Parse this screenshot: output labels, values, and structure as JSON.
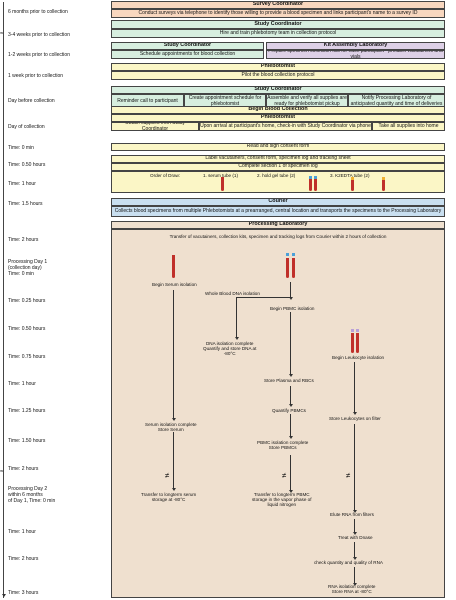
{
  "colors": {
    "survey": "#f8d7bf",
    "study": "#d7eedf",
    "kit": "#ddd0e6",
    "yellow": "#fbf6c6",
    "courier": "#c9dff0",
    "lab": "#efe0cf",
    "tube_red": "#c0302a",
    "tube_blue": "#4aa0d8",
    "tube_lav": "#b9a0d8",
    "tube_gold": "#f0b030"
  },
  "timeline": [
    "6 months prior to collection",
    "3-4 weeks prior to collection",
    "1-2 weeks prior to collection",
    "1 week prior to collection",
    "Day before collection",
    "Day of collection",
    "Time: 0 min",
    "Time: 0.50 hours",
    "Time: 1 hour",
    "Time: 1.5 hours",
    "Time: 2 hours",
    "Processing Day 1\n(collection day)\nTime: 0 min",
    "Time: 0.25 hours",
    "Time: 0.50 hours",
    "Time: 0.75 hours",
    "Time: 1 hour",
    "Time: 1.25 hours",
    "Time: 1.50 hours",
    "Time: 2 hours",
    "Processing Day 2\nwithin 6 months\nof Day 1, Time: 0 min",
    "Time: 1 hour",
    "Time: 2 hours",
    "Time: 3 hours"
  ],
  "survey": {
    "title": "Survey Coordinator",
    "text": "Conduct surveys via telephone to identify those willing to provide a blood specimen and links participant's name to a survey ID"
  },
  "study1": {
    "title": "Study Coordinator",
    "text": "Hire and train phlebotomy team in collection protocol"
  },
  "study2": {
    "title": "Study Coordinator",
    "text": "Schedule appointments for blood collection"
  },
  "kit": {
    "title": "Kit Assembly Laboratory",
    "text": "Prepare specimen collection kits for each participant - prelabel vacutainers and vials"
  },
  "phleb1": {
    "title": "Phlebotomist",
    "text": "Pilot the blood collection protocol"
  },
  "study3": {
    "title": "Study Coordinator",
    "items": [
      "Reminder call to participant",
      "Create appointment schedule for phlebotomist",
      "Assemble and verify all supplies are ready for phlebotomist pickup",
      "Notify Processing Laboratory of anticipated quantity and time of deliveries"
    ]
  },
  "collect": {
    "title": "Begin Blood Collection"
  },
  "phleb2": {
    "title": "Phlebotomist",
    "items": [
      "Obtain supplies from Study Coordinator",
      "Upon arrival at participant's home, check-in with Study Coordinator via phone",
      "Take all supplies into home"
    ]
  },
  "phleb_steps": [
    "Read and sign consent form",
    "Label vacutainers, consent form, specimen log and tracking sheet",
    "Complete section 1 of specimen log"
  ],
  "draw": {
    "label": "Order of Draw:",
    "t1": "1. serum tube (1)",
    "t2": "2. hold gel tube (2)",
    "t3": "3. K2EDTA tube (2)"
  },
  "courier": {
    "title": "Courier",
    "text": "Collects blood specimens from multiple Phlebotomists at a prearranged, central location and transports the specimens to the Processing Laboratory"
  },
  "lab": {
    "title": "Processing Laboratory",
    "transfer": "Transfer of vacutainers, collection kits, specimen and tracking logs from Courier within 2 hours of collection"
  },
  "flow": {
    "serum1": "Begin Serum isolation",
    "wbdna": "Whole Blood DNA isolation",
    "pbmc1": "Begin PBMC isolation",
    "dna_done": "DNA isolation complete\nQuantify and store DNA at\n-80°C",
    "leuk": "Begin Leukocyte isolation",
    "plasma": "Store Plasma and RBCs",
    "quant": "Quantify PBMCs",
    "storeleuk": "Store Leukocytes on filter",
    "serum_done": "Serum isolation complete\nStore Serum",
    "pbmc_done": "PBMC isolation complete\nStore PBMCs",
    "serum_tr": "Transfer to longterm serum\nstorage at -80°C",
    "pbmc_tr": "Transfer to longterm PBMC\nstorage in the vapor phase of\nliquid nitrogen",
    "elute": "Elute RNA from filters",
    "dnase": "Treat with Dnase",
    "check": "check quantity and quality of RNA",
    "rna_done": "RNA isolation complete\nStore RNA at -80°C"
  }
}
